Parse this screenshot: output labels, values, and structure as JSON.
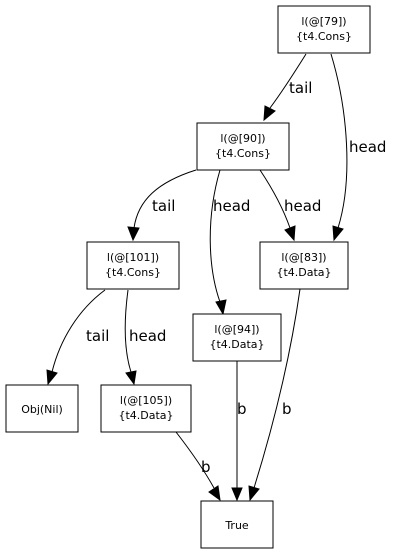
{
  "graph": {
    "nodes": {
      "n79": {
        "line1": "l(@[79])",
        "line2": "{t4.Cons}"
      },
      "n90": {
        "line1": "l(@[90])",
        "line2": "{t4.Cons}"
      },
      "n101": {
        "line1": "l(@[101])",
        "line2": "{t4.Cons}"
      },
      "n83": {
        "line1": "l(@[83])",
        "line2": "{t4.Data}"
      },
      "n94": {
        "line1": "l(@[94])",
        "line2": "{t4.Data}"
      },
      "nil": {
        "line1": "Obj(Nil)"
      },
      "n105": {
        "line1": "l(@[105])",
        "line2": "{t4.Data}"
      },
      "true": {
        "line1": "True"
      }
    },
    "edges": {
      "e79_90": {
        "label": "tail"
      },
      "e79_83": {
        "label": "head"
      },
      "e90_101": {
        "label": "tail"
      },
      "e90_94": {
        "label": "head"
      },
      "e90_83": {
        "label": "head"
      },
      "e101_nil": {
        "label": "tail"
      },
      "e101_105": {
        "label": "head"
      },
      "e94_true": {
        "label": "b"
      },
      "e83_true": {
        "label": "b"
      },
      "e105_true": {
        "label": "b"
      }
    }
  }
}
